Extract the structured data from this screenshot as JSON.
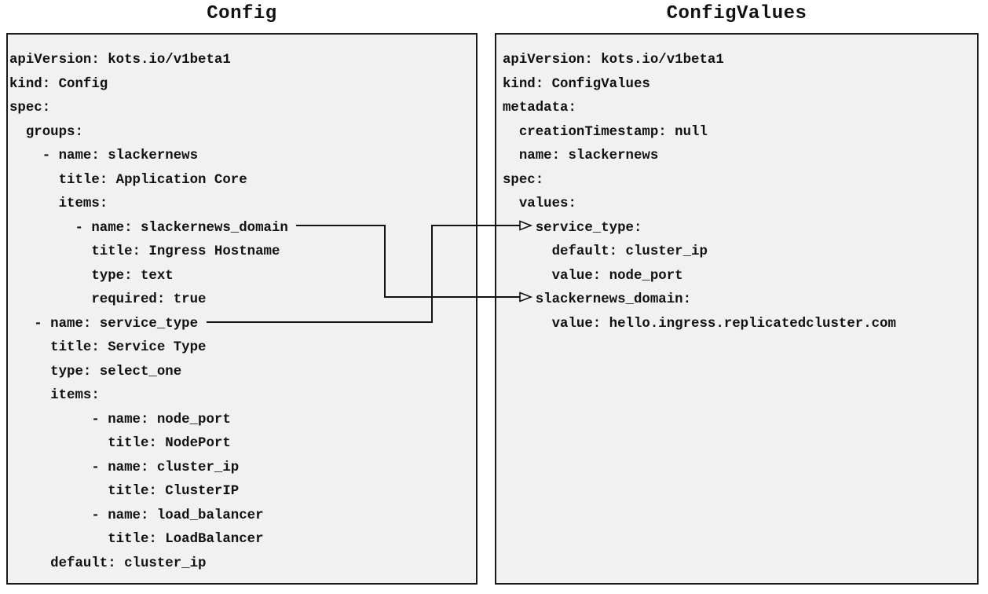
{
  "diagram": {
    "left_panel": {
      "title": "Config",
      "code_lines": [
        "apiVersion: kots.io/v1beta1",
        "kind: Config",
        "spec:",
        "  groups:",
        "    - name: slackernews",
        "      title: Application Core",
        "      items:",
        "        - name: slackernews_domain",
        "          title: Ingress Hostname",
        "          type: text",
        "          required: true",
        "   - name: service_type",
        "     title: Service Type",
        "     type: select_one",
        "     items:",
        "          - name: node_port",
        "            title: NodePort",
        "          - name: cluster_ip",
        "            title: ClusterIP",
        "          - name: load_balancer",
        "            title: LoadBalancer",
        "     default: cluster_ip"
      ]
    },
    "right_panel": {
      "title": "ConfigValues",
      "code_lines": [
        "apiVersion: kots.io/v1beta1",
        "kind: ConfigValues",
        "metadata:",
        "  creationTimestamp: null",
        "  name: slackernews",
        "spec:",
        "  values:",
        "    service_type:",
        "      default: cluster_ip",
        "      value: node_port",
        "    slackernews_domain:",
        "      value: hello.ingress.replicatedcluster.com"
      ]
    },
    "connections": [
      {
        "from": "slackernews_domain (Config item)",
        "to": "slackernews_domain (ConfigValues value)"
      },
      {
        "from": "service_type (Config item)",
        "to": "service_type (ConfigValues value)"
      }
    ],
    "colors": {
      "box_fill": "#f1f1f1",
      "box_border": "#1a1a1a",
      "text": "#111111",
      "arrow": "#111111",
      "background": "#ffffff"
    }
  }
}
